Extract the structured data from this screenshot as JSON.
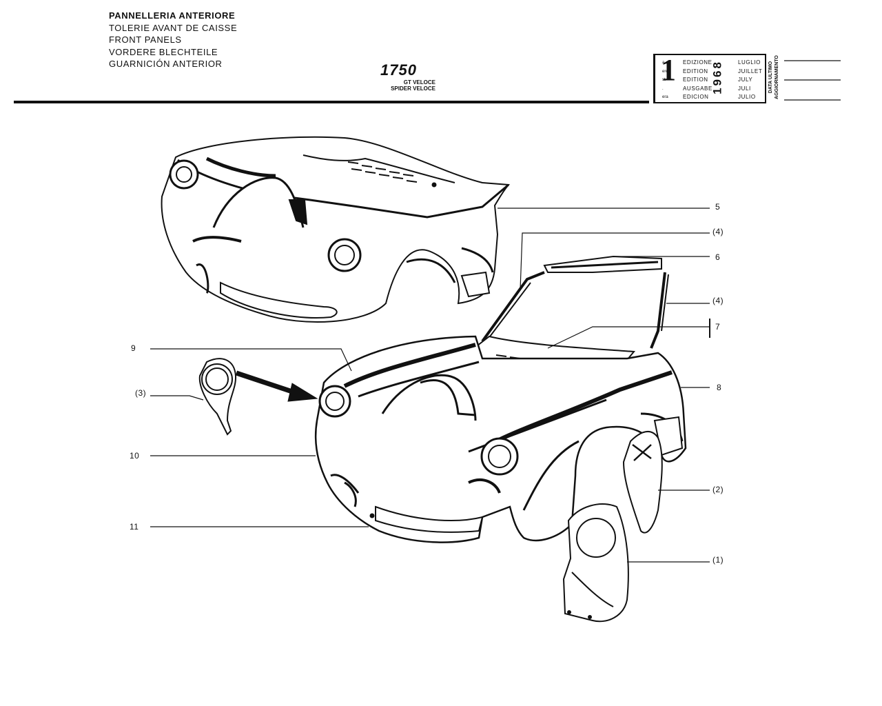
{
  "header": {
    "titles": [
      "PANNELLERIA ANTERIORE",
      "TOLERIE AVANT DE CAISSE",
      "FRONT PANELS",
      "VORDERE BLECHTEILE",
      "GUARNICIÓN ANTERIOR"
    ],
    "model": "1750",
    "variants": [
      "GT VELOCE",
      "SPIDER VELOCE"
    ]
  },
  "edition_box": {
    "number": "1",
    "suffixes": [
      "a",
      "ere",
      "st",
      ".",
      "era"
    ],
    "labels": [
      "EDIZIONE",
      "EDITION",
      "EDITION",
      "AUSGABE",
      "EDICION"
    ],
    "year": "1968",
    "months": [
      "LUGLIO",
      "JUILLET",
      "JULY",
      "JULI",
      "JULIO"
    ],
    "update_label": [
      "DATA ULTIMO",
      "AGGIORNAMENTO"
    ]
  },
  "callouts": {
    "c5": "5",
    "c4a": "(4)",
    "c6": "6",
    "c4b": "(4)",
    "c7": "7",
    "c8": "8",
    "c2": "(2)",
    "c1": "(1)",
    "c9": "9",
    "c3": "(3)",
    "c10": "10",
    "c11": "11"
  }
}
